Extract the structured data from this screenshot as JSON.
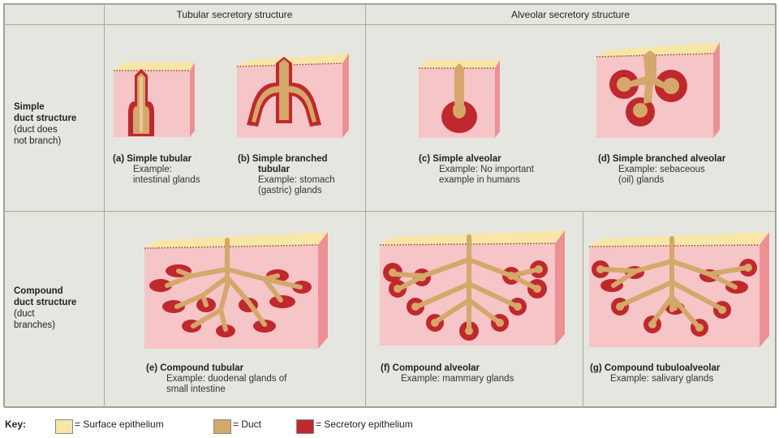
{
  "headers": {
    "tubular": "Tubular secretory structure",
    "alveolar": "Alveolar secretory structure"
  },
  "rows": {
    "simple": {
      "l1": "Simple",
      "l2": "duct structure",
      "l3": "(duct does",
      "l4": "not branch)"
    },
    "compound": {
      "l1": "Compound",
      "l2": "duct structure",
      "l3": "(duct",
      "l4": "branches)"
    }
  },
  "glands": {
    "a": {
      "title": "(a)  Simple tubular",
      "ex1": "Example:",
      "ex2": "intestinal glands"
    },
    "b": {
      "title": "(b)  Simple branched",
      "title2": "tubular",
      "ex1": "Example: stomach",
      "ex2": "(gastric) glands"
    },
    "c": {
      "title": "(c)  Simple alveolar",
      "ex1": "Example: No important",
      "ex2": "example in humans"
    },
    "d": {
      "title": "(d)  Simple branched alveolar",
      "ex1": "Example: sebaceous",
      "ex2": "(oil) glands"
    },
    "e": {
      "title": "(e)  Compound tubular",
      "ex1": "Example: duodenal glands of",
      "ex2": "small intestine"
    },
    "f": {
      "title": "(f)  Compound alveolar",
      "ex1": "Example: mammary glands"
    },
    "g": {
      "title": "(g)  Compound tubuloalveolar",
      "ex1": "Example: salivary glands"
    }
  },
  "key": {
    "label": "Key:",
    "surface": "= Surface epithelium",
    "duct": "= Duct",
    "secretory": "= Secretory epithelium"
  },
  "colors": {
    "surface": "#f7e6a8",
    "duct": "#d4a86a",
    "secretory": "#c0282d",
    "tissue_front": "#f6c5c8",
    "tissue_side": "#ee8f96"
  }
}
